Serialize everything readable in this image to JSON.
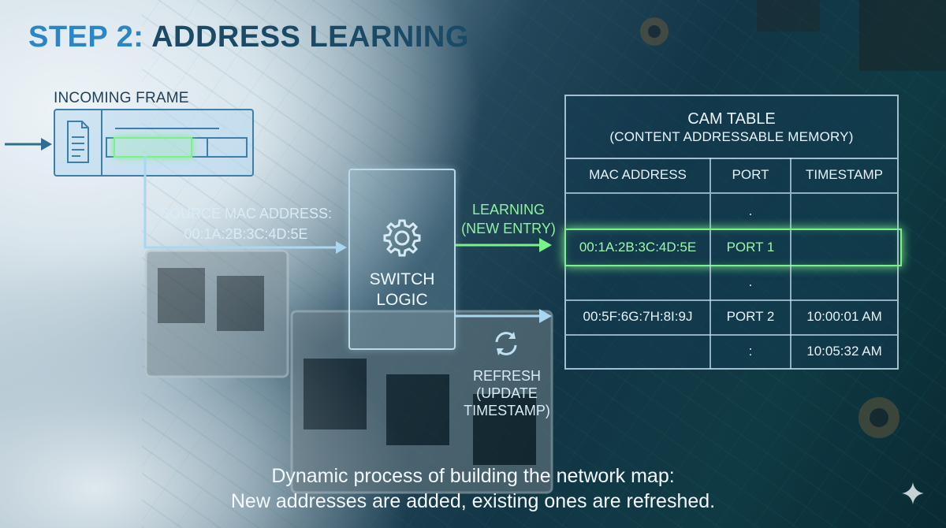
{
  "title": {
    "step": "STEP 2:",
    "text": "ADDRESS LEARNING"
  },
  "incoming_frame": {
    "label": "INCOMING FRAME"
  },
  "source_mac": {
    "line1": "SOURCE MAC ADDRESS:",
    "line2": "00:1A:2B:3C:4D:5E"
  },
  "switch_logic": {
    "line1": "SWITCH",
    "line2": "LOGIC"
  },
  "learning": {
    "line1": "LEARNING",
    "line2": "(NEW ENTRY)"
  },
  "refresh": {
    "line1": "REFRESH",
    "line2": "(UPDATE",
    "line3": "TIMESTAMP)"
  },
  "cam_table": {
    "title": "CAM TABLE",
    "subtitle": "(CONTENT ADDRESSABLE MEMORY)",
    "columns": [
      "MAC ADDRESS",
      "PORT",
      "TIMESTAMP"
    ],
    "rows": [
      [
        "",
        ".",
        ""
      ],
      [
        "00:1A:2B:3C:4D:5E",
        "PORT 1",
        ""
      ],
      [
        "",
        ".",
        ""
      ],
      [
        "00:5F:6G:7H:8I:9J",
        "PORT 2",
        "10:00:01 AM"
      ],
      [
        "",
        ":",
        "10:05:32 AM"
      ]
    ],
    "highlighted_row": 1
  },
  "footer": {
    "line1": "Dynamic process of building the network map:",
    "line2": "New addresses are added, existing ones are refreshed."
  },
  "colors": {
    "accent_green": "#7cf08a",
    "title_blue": "#2a86c4",
    "frame_blue": "#3d7fa8"
  },
  "icons": [
    "document-icon",
    "gear-icon",
    "refresh-icon",
    "sparkle-icon"
  ]
}
